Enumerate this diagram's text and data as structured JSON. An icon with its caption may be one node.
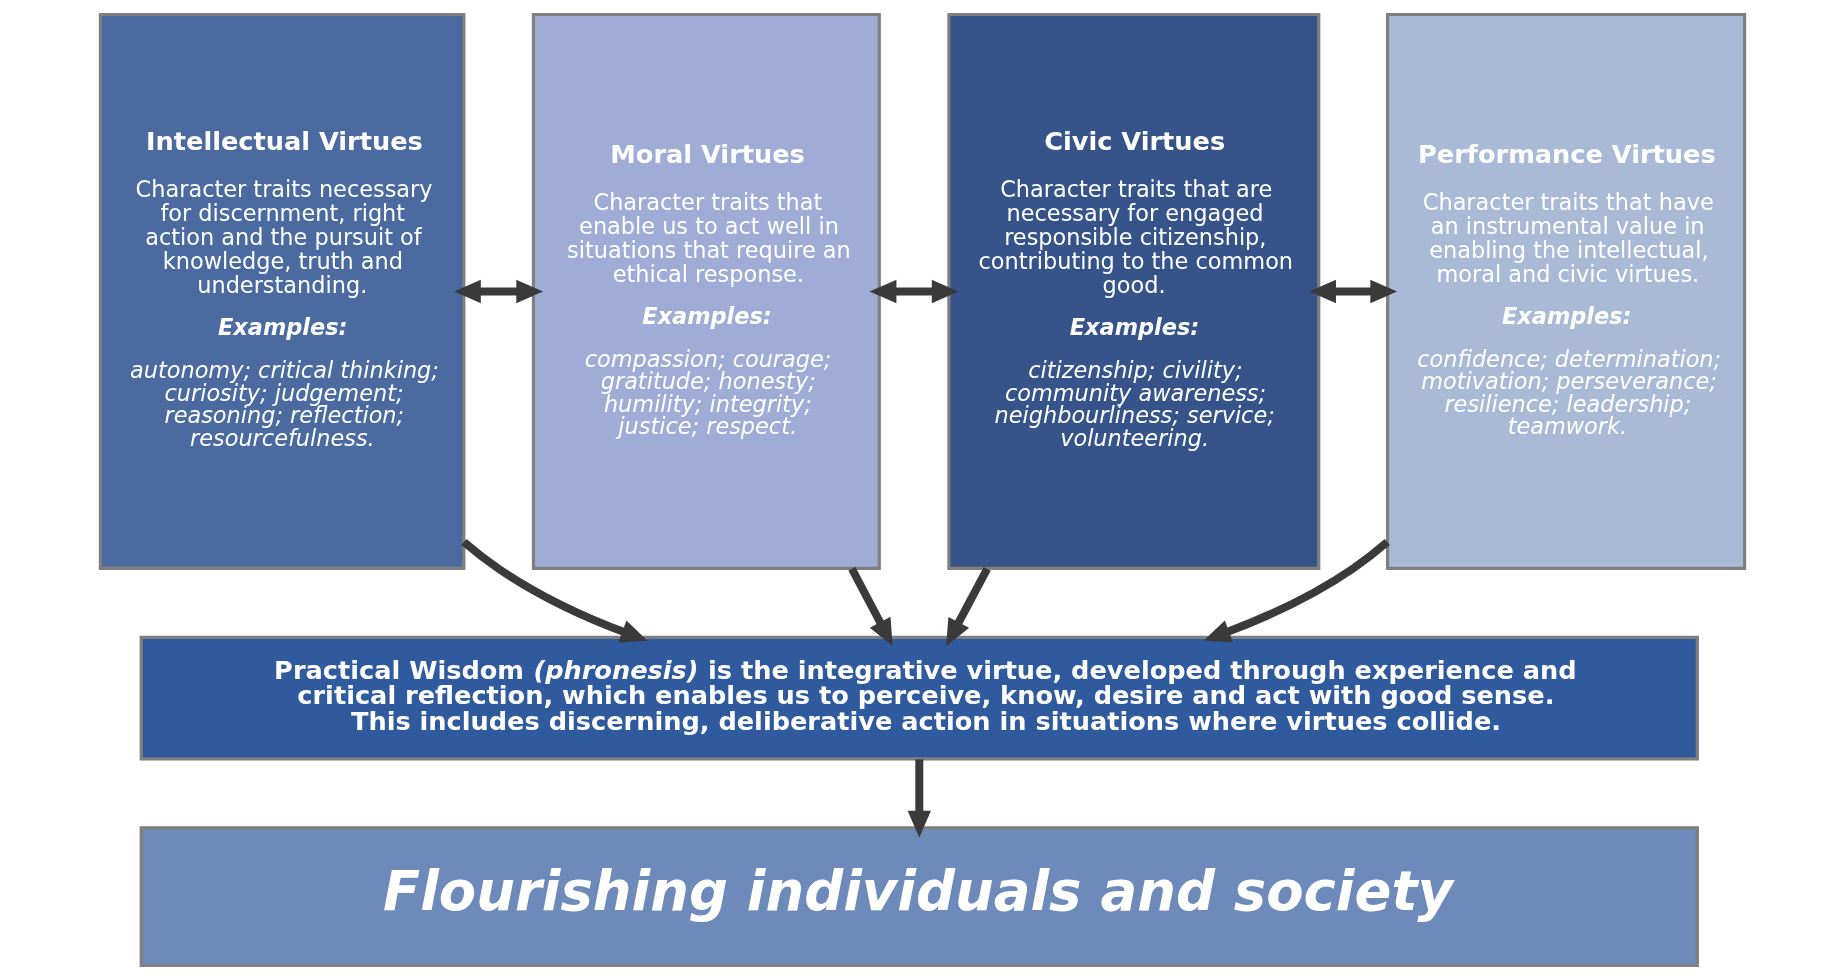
{
  "diagram": {
    "nodes": [
      {
        "text": [
          "Intellectual Virtues",
          "Character traits necessary for discernment, right action and the pursuit of knowledge, truth and understanding.",
          "Examples:",
          "autonomy; critical thinking; curiosity; judgement; reasoning; reflection; resourcefulness."
        ]
      },
      {
        "text": [
          "Moral Virtues",
          "Character traits that enable us to act well in situations that require an ethical response.",
          "Examples:",
          "compassion; courage; gratitude; honesty; humility; integrity; justice; respect."
        ]
      },
      {
        "text": [
          "Civic Virtues",
          "Character traits that are necessary for engaged responsible citizenship, contributing to the common good.",
          "Examples:",
          "citizenship; civility; community awareness; neighbourliness; service; volunteering."
        ]
      },
      {
        "text": [
          "Performance Virtues",
          "Character traits that have an instrumental value in enabling the intellectual, moral and civic virtues.",
          "Examples:",
          "confidence; determination; motivation; perseverance; resilience; leadership; teamwork."
        ]
      },
      {
        "text": [
          "Practical Wisdom *(phronesis)* is the integrative virtue, developed through experience and critical reflection, which enables us to perceive, know, desire and act with good sense. This includes discerning, deliberative action in situations where virtues collide."
        ]
      },
      {
        "text": [
          "Flourishing individuals and society"
        ]
      }
    ],
    "edges": [
      {
        "from": 0,
        "to": 1,
        "arrow": "both"
      },
      {
        "from": 1,
        "to": 2,
        "arrow": "both"
      },
      {
        "from": 2,
        "to": 3,
        "arrow": "both"
      },
      {
        "from": 0,
        "to": 4,
        "arrow": "to"
      },
      {
        "from": 1,
        "to": 4,
        "arrow": "to"
      },
      {
        "from": 2,
        "to": 4,
        "arrow": "to"
      },
      {
        "from": 3,
        "to": 4,
        "arrow": "to"
      },
      {
        "from": 4,
        "to": 5,
        "arrow": "to"
      }
    ]
  }
}
